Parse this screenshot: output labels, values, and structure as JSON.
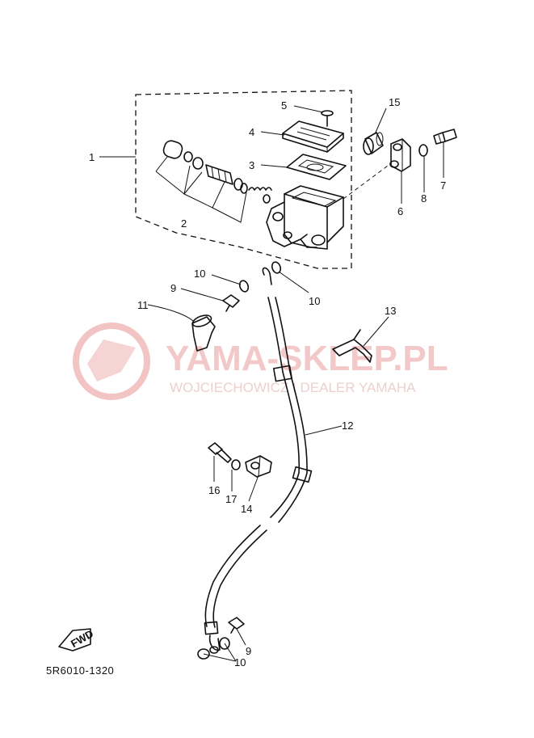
{
  "watermark": {
    "title": "YAMA-SKLEP.PL",
    "subtitle": "WOJCIECHOWICZ I DEALER YAMAHA"
  },
  "labels": {
    "p1": "1",
    "p2": "2",
    "p3": "3",
    "p4": "4",
    "p5": "5",
    "p6": "6",
    "p7": "7",
    "p8": "8",
    "p9a": "9",
    "p9b": "9",
    "p10a": "10",
    "p10b": "10",
    "p10c": "10",
    "p11": "11",
    "p12": "12",
    "p13": "13",
    "p14": "14",
    "p15": "15",
    "p16": "16",
    "p17": "17"
  },
  "fwd_label": "FWD",
  "diagram_code": "5R6010-1320"
}
